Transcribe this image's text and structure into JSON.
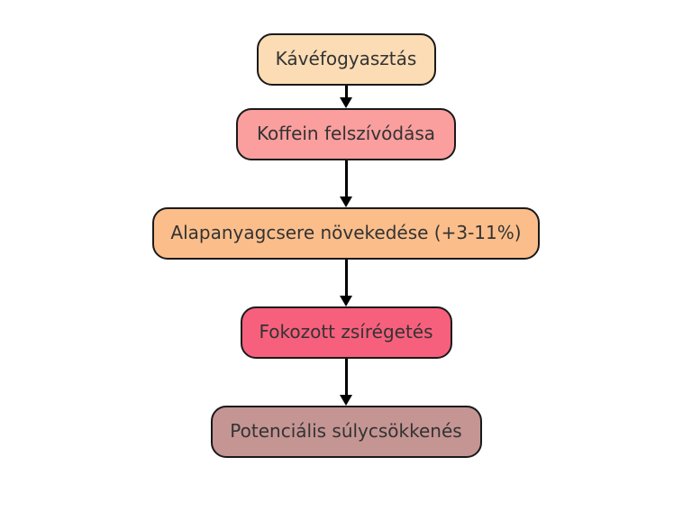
{
  "diagram": {
    "type": "flowchart",
    "direction": "top-down",
    "background": "#ffffff",
    "text_color": "#333333",
    "border_color": "#1a1a1a",
    "arrow_color": "#000000",
    "nodes": [
      {
        "label": "Kávéfogyasztás",
        "fill": "#FBDCB4"
      },
      {
        "label": "Koffein felszívódása",
        "fill": "#FA9E9E"
      },
      {
        "label": "Alapanyagcsere növekedése (+3-11%)",
        "fill": "#FBBE8B"
      },
      {
        "label": "Fokozott zsírégetés",
        "fill": "#F7607D"
      },
      {
        "label": "Potenciális súlycsökkenés",
        "fill": "#C49593"
      }
    ],
    "edges": [
      {
        "from": 0,
        "to": 1
      },
      {
        "from": 1,
        "to": 2
      },
      {
        "from": 2,
        "to": 3
      },
      {
        "from": 3,
        "to": 4
      }
    ]
  }
}
